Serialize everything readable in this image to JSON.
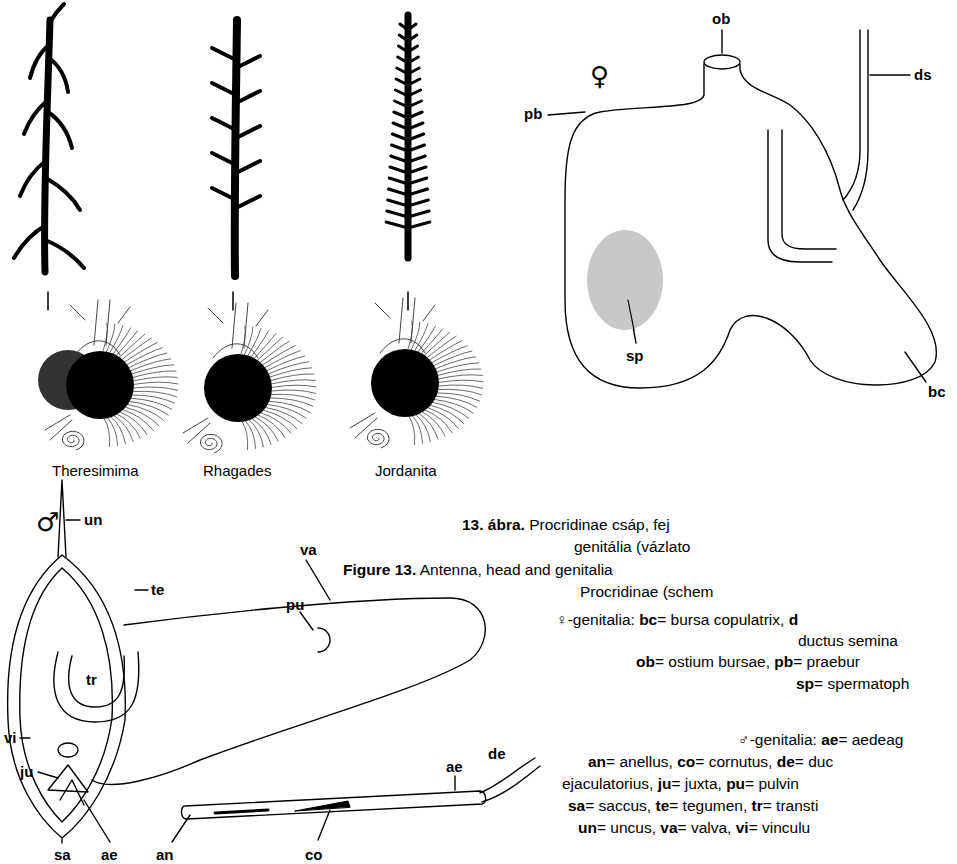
{
  "diagram": {
    "labels": [
      "Theresimima",
      "Rhagades",
      "Jordanita",
      "♀",
      "ob",
      "ds",
      "pb",
      "sp",
      "bc",
      "♂",
      "un",
      "te",
      "va",
      "pu",
      "tr",
      "vi",
      "ju",
      "sa",
      "ae",
      "de",
      "ae",
      "an",
      "co",
      "13. ábra.",
      " Procridinae csáp, fej",
      "genitália (vázlato",
      "Figure 13.",
      " Antenna, head and genitalia",
      "Procridinae (schem",
      "♀-genitalia: ",
      "bc",
      "= bursa copulatrix, ",
      "d",
      "ductus semina",
      "ob",
      "= ostium bursae, ",
      "pb",
      "= praebur",
      "sp",
      "= spermatoph",
      "♂-genitalia: ",
      "ae",
      "= aedeag",
      "an",
      "= anellus, ",
      "co",
      "= cornutus, ",
      "de",
      "= duc",
      "ejaculatorius, ",
      "ju",
      "= juxta, ",
      "pu",
      "= pulvin",
      "sa",
      "= saccus, ",
      "te",
      "= tegumen, ",
      "tr",
      "= transti",
      "un",
      "= uncus, ",
      "va",
      "= valva, ",
      "vi",
      "= vinculu"
    ]
  }
}
